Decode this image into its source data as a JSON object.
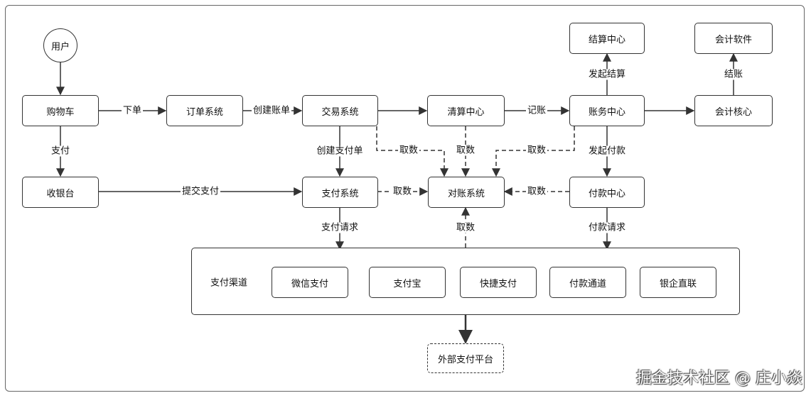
{
  "nodes": {
    "user": "用户",
    "cart": "购物车",
    "order_system": "订单系统",
    "trade_system": "交易系统",
    "clearing_center": "清算中心",
    "accounting_center": "账务中心",
    "accounting_core": "会计核心",
    "settlement_center": "结算中心",
    "accounting_software": "会计软件",
    "cashier": "收银台",
    "payment_system": "支付系统",
    "reconciliation_system": "对账系统",
    "payout_center": "付款中心",
    "external_platform": "外部支付平台"
  },
  "channels": {
    "title": "支付渠道",
    "items": [
      "微信支付",
      "支付宝",
      "快捷支付",
      "付款通道",
      "银企直联"
    ]
  },
  "edges": {
    "place_order": "下单",
    "create_bill": "创建账单",
    "record": "记账",
    "pay": "支付",
    "create_payment": "创建支付单",
    "submit_payment": "提交支付",
    "initiate_settlement": "发起结算",
    "settle_account": "结账",
    "initiate_payout": "发起付款",
    "fetch_trade": "取数",
    "fetch_clearing": "取数",
    "fetch_accounting": "取数",
    "fetch_payment": "取数",
    "fetch_payout": "取数",
    "fetch_channel": "取数",
    "payment_request": "支付请求",
    "payout_request": "付款请求"
  },
  "watermark": "掘金技术社区 @ 庄小焱",
  "colors": {
    "line": "#333333",
    "border": "#333333"
  }
}
